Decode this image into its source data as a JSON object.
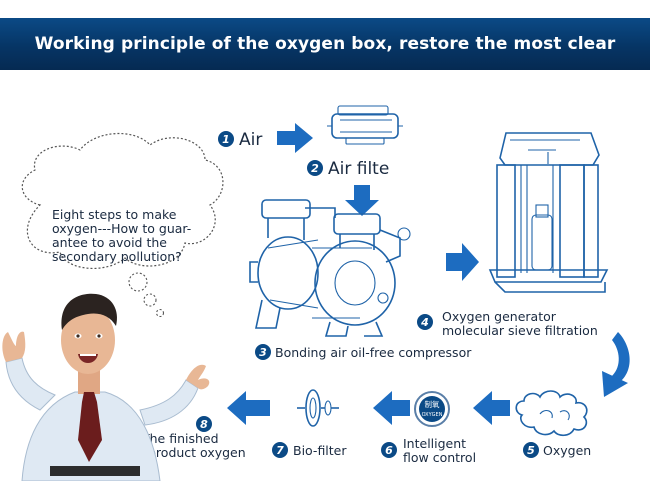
{
  "header": {
    "title": "Working principle of the oxygen box, restore the most clear process"
  },
  "thought_bubble": {
    "text_lines": [
      "Eight steps to make",
      "oxygen---How to guar-",
      "antee to avoid the",
      "secondary pollution?"
    ]
  },
  "steps": [
    {
      "number": "1",
      "label_lines": [
        "Air"
      ]
    },
    {
      "number": "2",
      "label_lines": [
        "Air filte"
      ]
    },
    {
      "number": "3",
      "label_lines": [
        "Bonding air oil-free compressor"
      ]
    },
    {
      "number": "4",
      "label_lines": [
        "Oxygen generator",
        "molecular sieve filtration"
      ]
    },
    {
      "number": "5",
      "label_lines": [
        "Oxygen"
      ]
    },
    {
      "number": "6",
      "label_lines": [
        "Intelligent",
        "flow control"
      ]
    },
    {
      "number": "7",
      "label_lines": [
        "Bio-filter"
      ]
    },
    {
      "number": "8",
      "label_lines": [
        "The finished",
        "product oxygen"
      ]
    }
  ],
  "flow_badge": {
    "top_text": "制氧",
    "bottom_text": "OXYGEN"
  },
  "colors": {
    "banner": "#063565",
    "arrow": "#1d6cc0",
    "number_badge": "#0b4a86",
    "line_art": "#1f63a8"
  }
}
